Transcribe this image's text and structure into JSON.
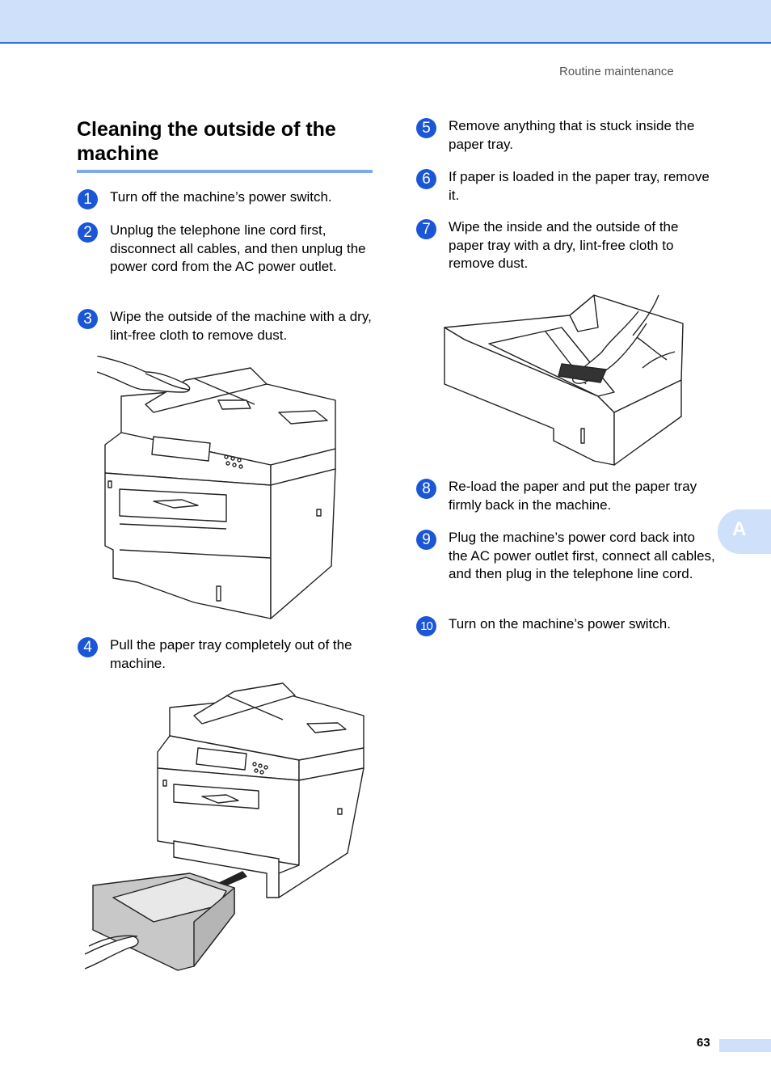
{
  "header": {
    "running_head": "Routine maintenance"
  },
  "section": {
    "title": "Cleaning the outside of the machine"
  },
  "steps": [
    {
      "num": "1",
      "text": "Turn off the machine’s power switch."
    },
    {
      "num": "2",
      "text": "Unplug the telephone line cord first, disconnect all cables, and then unplug the power cord from the AC power outlet."
    },
    {
      "num": "3",
      "text": "Wipe the outside of the machine with a dry, lint-free cloth to remove dust."
    },
    {
      "num": "4",
      "text": "Pull the paper tray completely out of the machine."
    },
    {
      "num": "5",
      "text": "Remove anything that is stuck inside the paper tray."
    },
    {
      "num": "6",
      "text": "If paper is loaded in the paper tray, remove it."
    },
    {
      "num": "7",
      "text": "Wipe the inside and the outside of the paper tray with a dry, lint-free cloth to remove dust."
    },
    {
      "num": "8",
      "text": "Re-load the paper and put the paper tray firmly back in the machine."
    },
    {
      "num": "9",
      "text": "Plug the machine’s power cord back into the AC power outlet first, connect all cables, and then plug in the telephone line cord."
    },
    {
      "num": "10",
      "text": "Turn on the machine’s power switch."
    }
  ],
  "side_tab": {
    "letter": "A"
  },
  "footer": {
    "page_number": "63"
  },
  "colors": {
    "accent": "#1a56d6",
    "band": "#cfe0fb",
    "rule": "#7ea9f0"
  }
}
